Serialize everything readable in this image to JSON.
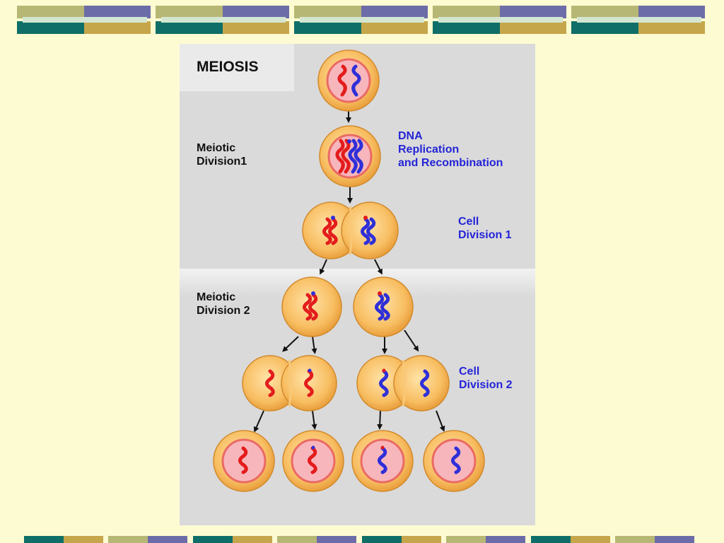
{
  "title": "MEIOSIS",
  "stages": {
    "meiotic_division_1": [
      "Meiotic",
      "Division1"
    ],
    "meiotic_division_2": [
      "Meiotic",
      "Division 2"
    ]
  },
  "annotations": {
    "dna_replication": [
      "DNA",
      "Replication",
      "and Recombination"
    ],
    "cell_division_1": [
      "Cell",
      "Division 1"
    ],
    "cell_division_2": [
      "Cell",
      "Division 2"
    ]
  },
  "colors": {
    "background": "#fdfbd2",
    "panel": "#dadada",
    "cell_outer": "#f6b758",
    "nucleus": "#f7b6bc",
    "nucleus_ring": "#ea6a64",
    "maternal_chromosome": "#e31c1c",
    "paternal_chromosome": "#2f2fd9",
    "label_blue": "#2424d8",
    "deco_olive": "#b7b775",
    "deco_purple": "#6c6ca8",
    "deco_teal": "#0f6f68",
    "deco_gold": "#c6a64a",
    "deco_light": "#cfe3cf"
  }
}
